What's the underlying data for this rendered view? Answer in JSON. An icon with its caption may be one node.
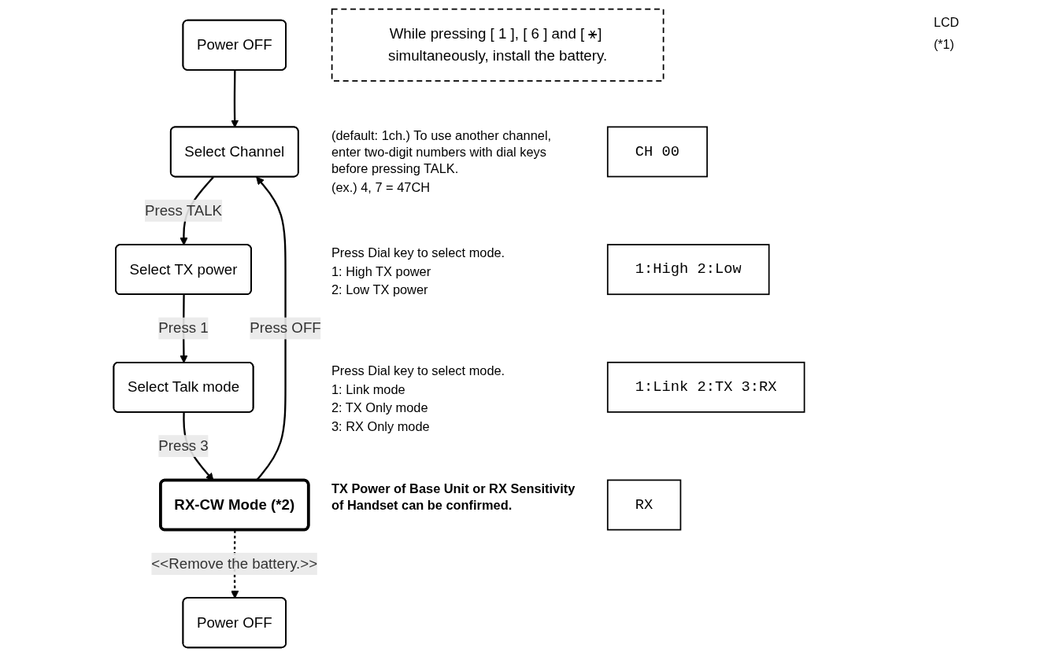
{
  "diagram": {
    "nodes": [
      {
        "text": [
          "Power OFF"
        ]
      },
      {
        "text": [
          "While pressing [ 1 ], [ 6 ] and [ ⚹] simultaneously, install the battery."
        ]
      },
      {
        "text": [
          "Select Channel"
        ],
        "beside": [
          "(default: 1ch.) To use another channel, enter two-digit numbers with dial keys before pressing TALK.",
          "(ex.) 4, 7 = 47CH"
        ]
      },
      {
        "text": [
          "Select TX power"
        ],
        "beside": [
          "Press Dial key to select mode.",
          "1: High TX power",
          "2: Low TX power"
        ]
      },
      {
        "text": [
          "Select Talk mode"
        ],
        "beside": [
          "Press Dial key to select mode.",
          "1: Link mode",
          "2: TX Only mode",
          "3: RX Only mode"
        ]
      },
      {
        "text": [
          "RX-CW Mode (*2)"
        ],
        "beside": [
          "TX Power of Base Unit or RX Sensitivity of Handset can be confirmed."
        ]
      },
      {
        "text": [
          "Power OFF"
        ]
      },
      {
        "text": [
          "CH 00"
        ]
      },
      {
        "text": [
          "1:High 2:Low"
        ]
      },
      {
        "text": [
          "1:Link 2:TX 3:RX"
        ]
      },
      {
        "text": [
          "RX"
        ]
      }
    ],
    "edges": [
      {
        "from": 0,
        "to": 2,
        "arrow": "to"
      },
      {
        "from": 2,
        "to": 3,
        "arrow": "to",
        "label": "Press TALK"
      },
      {
        "from": 3,
        "to": 4,
        "arrow": "to",
        "label": "Press 1"
      },
      {
        "from": 4,
        "to": 5,
        "arrow": "to",
        "label": "Press 3"
      },
      {
        "from": 5,
        "to": 2,
        "arrow": "to",
        "label": "Press OFF"
      },
      {
        "from": 5,
        "to": 6,
        "arrow": "to",
        "label": "<<Remove the battery.>>",
        "style": "dashed"
      }
    ],
    "labels": [
      "LCD",
      "(*1)"
    ]
  }
}
